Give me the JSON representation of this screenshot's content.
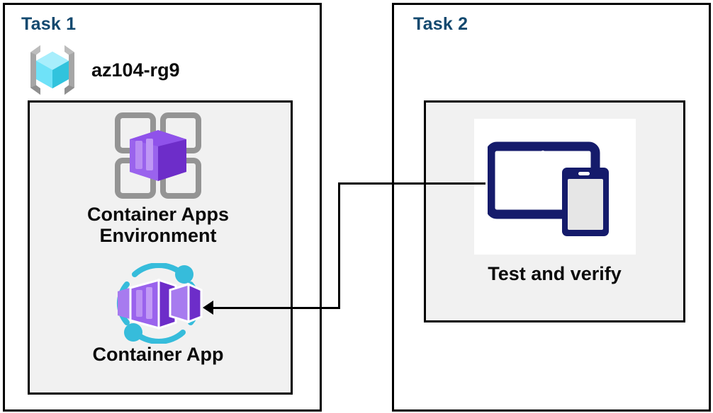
{
  "diagram": {
    "title_text_color": "#13496f",
    "panels": [
      {
        "id": "task1",
        "title": "Task 1",
        "resource_group": {
          "label": "az104-rg9",
          "icon": "resource-group-icon"
        },
        "nodes": [
          {
            "id": "container-apps-environment",
            "caption": "Container Apps\nEnvironment",
            "icon": "container-apps-environment-icon"
          },
          {
            "id": "container-app",
            "caption": "Container App",
            "icon": "container-app-icon"
          }
        ]
      },
      {
        "id": "task2",
        "title": "Task 2",
        "nodes": [
          {
            "id": "test-and-verify",
            "caption": "Test and verify",
            "icon": "devices-tablet-phone-icon"
          }
        ]
      }
    ],
    "connector": {
      "name": "test-to-container-app-connector",
      "from": "test-and-verify",
      "to": "container-app",
      "arrow_direction": "left"
    },
    "colors": {
      "panel_border": "#000000",
      "inner_box_fill": "#f1f1f1",
      "title": "#13496f",
      "caption": "#0b0b0b",
      "azure_cube_light": "#9cebfb",
      "azure_cube_mid": "#50dcf8",
      "azure_cube_dark": "#30c4dd",
      "bracket_gray": "#a0a0a0",
      "grid_gray": "#949494",
      "container_purple_light": "#a47aee",
      "container_purple_mid": "#8b4fe4",
      "container_purple_dark": "#6726c6",
      "accent_cyan": "#36bcdb",
      "device_navy": "#151b6b"
    }
  }
}
